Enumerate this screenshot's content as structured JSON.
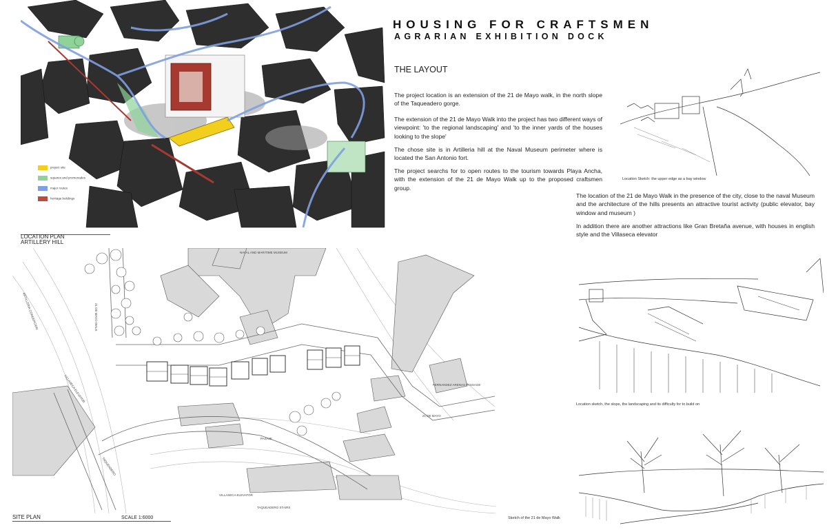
{
  "header": {
    "title_line1": "HOUSING FOR CRAFTSMEN",
    "title_line2": "AGRARIAN EXHIBITION DOCK",
    "section_title": "THE LAYOUT"
  },
  "intro_paragraphs": [
    "The project location is an extension of the 21 de Mayo walk, in the north slope of the Taqueadero gorge.",
    "The extension of the 21 de Mayo Walk into the project has two different ways of viewpoint: 'to the regional landscaping' and 'to the inner yards of the houses looking to the slope'",
    "The chose site is in Artilleria hill at the Naval Museum perimeter where is located the San Antonio fort.",
    "The project searchs  for  to open routes to the tourism towards  Playa Ancha, with  the extension of the 21 de Mayo Walk up to the proposed craftsmen group."
  ],
  "right_paragraphs": [
    "The location of the 21 de Mayo Walk in the presence of the city, close to the naval Museum and the architecture of the hills presents an attractive tourist activity (public elevator, bay window and museum )",
    "In addition there are another attractions like Gran Bretaña avenue, with houses in english style and the Villaseca elevator"
  ],
  "location_plan": {
    "label_line1": "LOCATION PLAN",
    "label_line2": "ARTILLERY HILL",
    "legend": [
      {
        "label": "project site",
        "color": "#f2cf1d"
      },
      {
        "label": "squares and promenades",
        "color": "#8fd39a"
      },
      {
        "label": "major routes",
        "color": "#7f9fe0"
      },
      {
        "label": "heritage buildings",
        "color": "#c2473d"
      }
    ]
  },
  "site_plan": {
    "label": "SITE PLAN",
    "scale": "SCALE 1:6000",
    "street_labels": {
      "museum": "NAVAL AND MARITIME MUSEUM",
      "walk": "21 DE MAYO WALK",
      "villaseca_top": "VILLASECA ELEVATOR",
      "villaseca_bottom": "VILLASECA ELEVATOR",
      "taqueadero_stairs": "TAQUEADERO STAIRS",
      "pasaje": "PASAJE",
      "taqueadero": "TAQUEADERO",
      "mayo": "21 DE MAYO",
      "fernandez": "FERNANDEZ ARENAS PASSAGE",
      "artilleria": "ARTILLERIA CONCEPCION"
    }
  },
  "captions": {
    "sketch1": "Location Sketch: the upper edge as a bay window",
    "sketch2": "Location sketch, the slope, the landscaping and its difficulty for to build on",
    "sketch3": "Sketch of the 21 de Mayo Walk"
  }
}
